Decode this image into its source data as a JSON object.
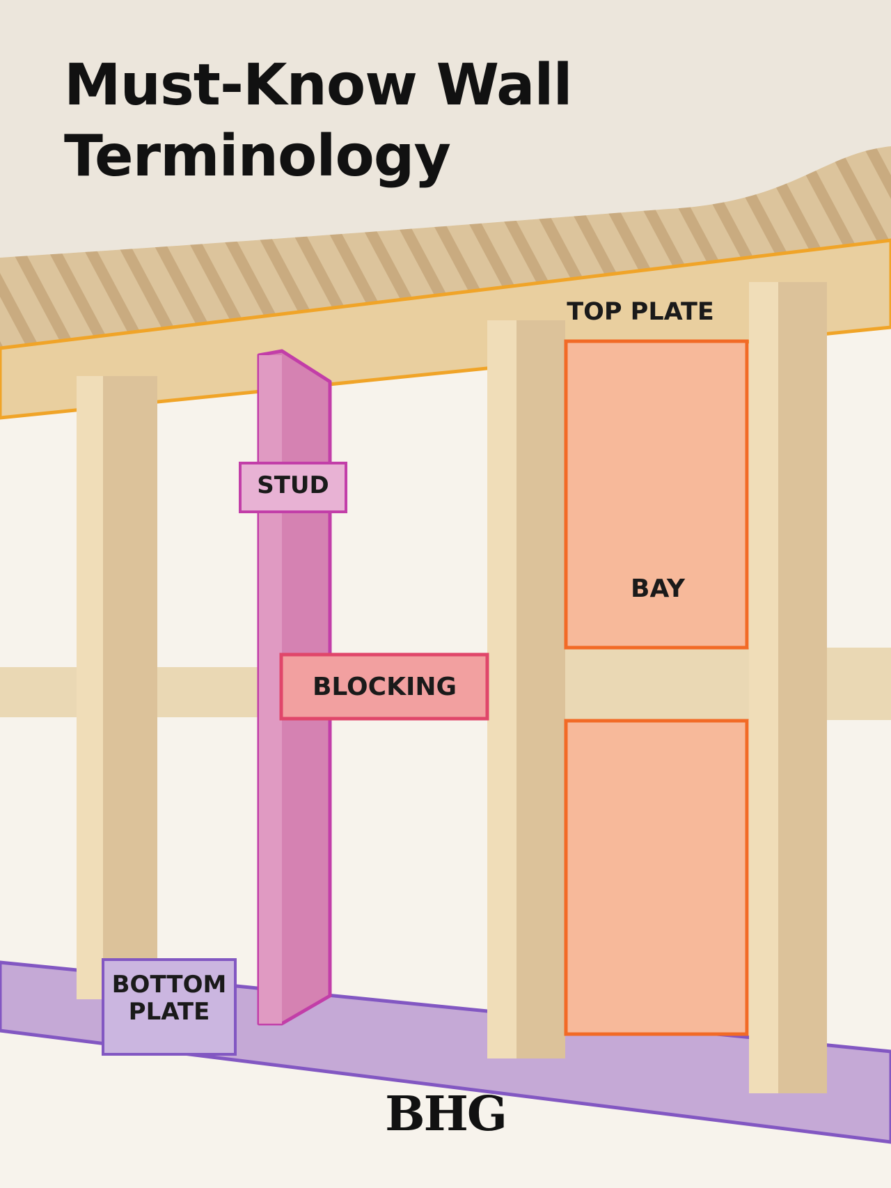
{
  "title_line1": "Must-Know Wall",
  "title_line2": "Terminology",
  "labels": {
    "top_plate": "TOP PLATE",
    "stud": "STUD",
    "bay": "BAY",
    "blocking": "BLOCKING",
    "bottom_plate_line1": "BOTTOM",
    "bottom_plate_line2": "PLATE"
  },
  "brand": "BHG",
  "colors": {
    "background": "#f7f3ec",
    "wood": "#e6cfa6",
    "top_plate_outline": "#f0a428",
    "stud_highlight": "#d97fb0",
    "stud_outline": "#c23ea8",
    "bay_fill": "#f7b99a",
    "bay_outline": "#f26a26",
    "blocking_fill": "#f2a0a0",
    "blocking_outline": "#e0466a",
    "bottom_plate_fill": "#c5a9d6",
    "bottom_plate_outline": "#8257c2"
  }
}
